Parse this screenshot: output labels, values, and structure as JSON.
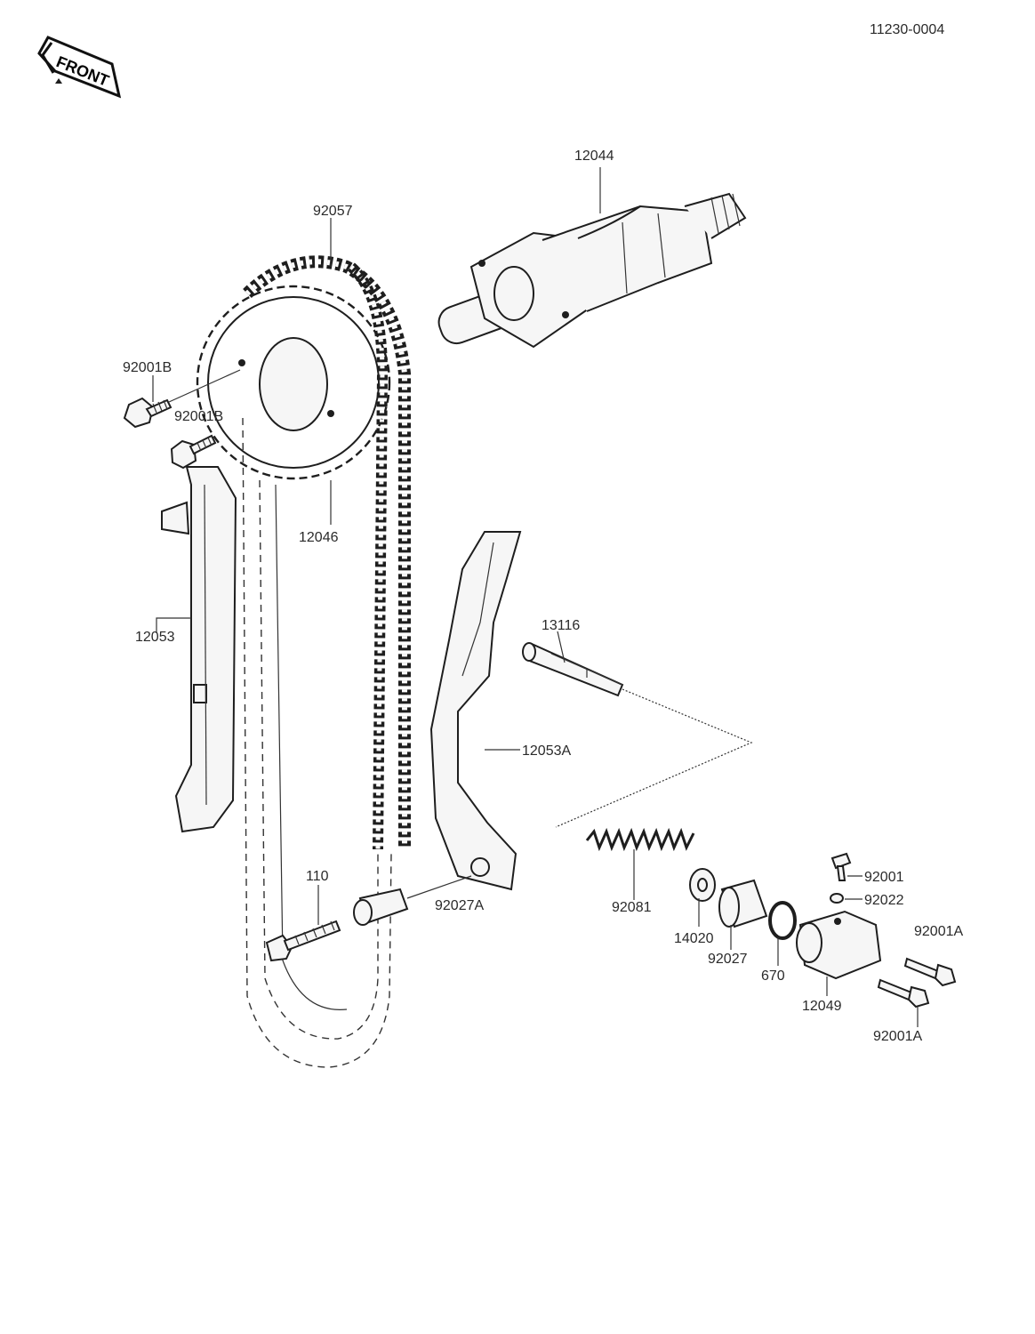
{
  "document": {
    "ref_code": "11230-0004",
    "front_badge": "FRONT"
  },
  "parts": [
    {
      "id": "12044",
      "label": "12044"
    },
    {
      "id": "92057",
      "label": "92057"
    },
    {
      "id": "92001B-a",
      "label": "92001B"
    },
    {
      "id": "92001B-b",
      "label": "92001B"
    },
    {
      "id": "12046",
      "label": "12046"
    },
    {
      "id": "12053",
      "label": "12053"
    },
    {
      "id": "13116",
      "label": "13116"
    },
    {
      "id": "12053A",
      "label": "12053A"
    },
    {
      "id": "110",
      "label": "110"
    },
    {
      "id": "92027A",
      "label": "92027A"
    },
    {
      "id": "92081",
      "label": "92081"
    },
    {
      "id": "14020",
      "label": "14020"
    },
    {
      "id": "92027",
      "label": "92027"
    },
    {
      "id": "670",
      "label": "670"
    },
    {
      "id": "12049",
      "label": "12049"
    },
    {
      "id": "92001",
      "label": "92001"
    },
    {
      "id": "92022",
      "label": "92022"
    },
    {
      "id": "92001A-a",
      "label": "92001A"
    },
    {
      "id": "92001A-b",
      "label": "92001A"
    }
  ]
}
